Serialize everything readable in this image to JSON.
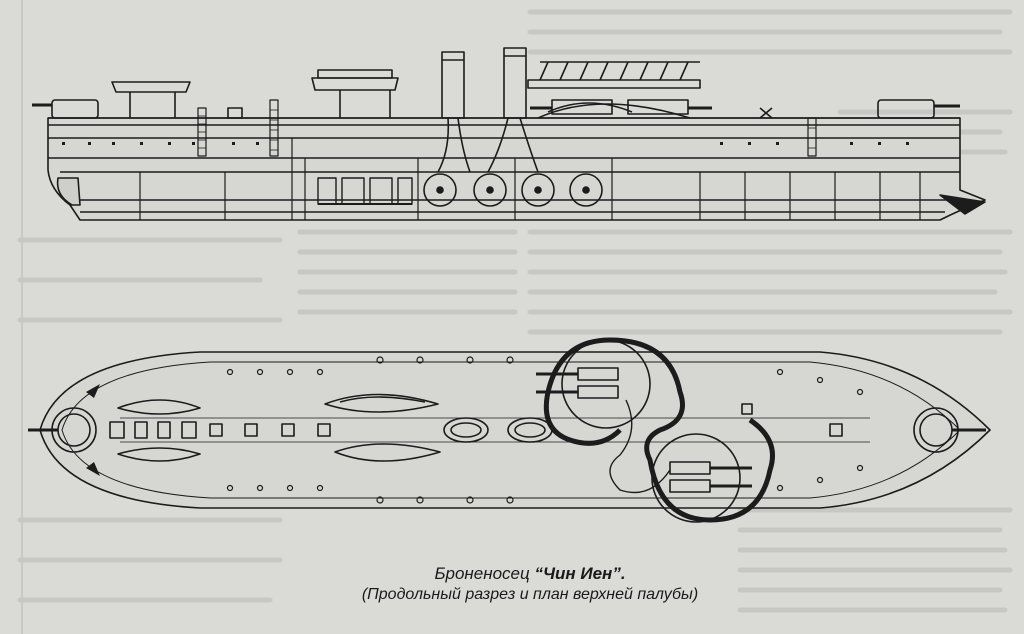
{
  "caption": {
    "prefix": "Броненосец ",
    "ship_name": "“Чин Иен”.",
    "subtitle": "(Продольный разрез и план верхней палубы)"
  },
  "colors": {
    "paper": "#dadad7",
    "ink": "#1c1c1c"
  }
}
